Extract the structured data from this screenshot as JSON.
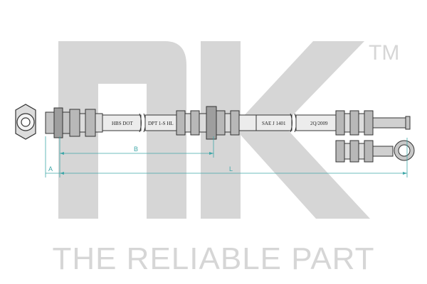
{
  "brand": {
    "logo_text": "nk",
    "trademark": "TM",
    "slogan": "THE RELIABLE PART"
  },
  "hose_markings": [
    "HBS DOT",
    "DPT 1-S HL",
    "SAE J 1401",
    "2Q/2009"
  ],
  "dimensions": {
    "a_label": "A",
    "b_label": "B",
    "l_label": "L"
  },
  "colors": {
    "watermark": "#d6d6d6",
    "line": "#333333",
    "dimension": "#3fa7a8",
    "hose_fill": "#ececec",
    "ferrule_fill": "#b8b8b8"
  }
}
